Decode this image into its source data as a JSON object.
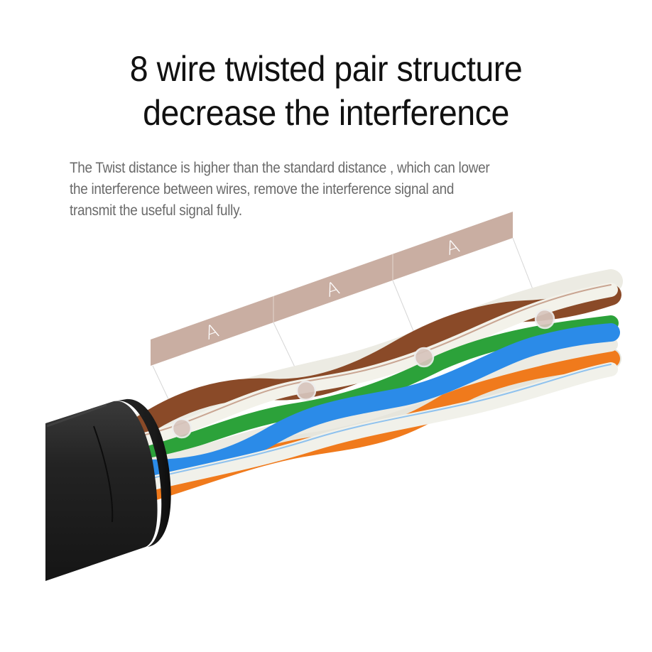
{
  "heading": {
    "line1": "8 wire twisted pair structure",
    "line2": "decrease the interference"
  },
  "description": {
    "line1": "The Twist distance is higher than the standard distance , which can lower",
    "line2": "the interference between wires, remove the interference signal and",
    "line3": "transmit the useful signal fully."
  },
  "twist_band": {
    "segments": [
      "A",
      "A",
      "A"
    ],
    "color": "#c9aea2"
  },
  "wire_colors": {
    "brown": "#8a4a28",
    "green": "#2ca23a",
    "blue": "#2b8be8",
    "orange": "#f07a1c",
    "white": "#f1f1ea",
    "jacket": "#1e1e1e"
  }
}
